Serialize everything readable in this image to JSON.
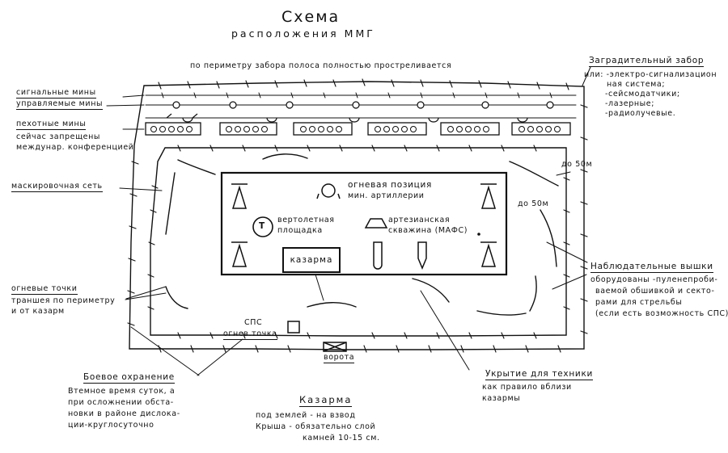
{
  "title": "Схема",
  "subtitle": "расположения ММГ",
  "perimeter_note": "по периметру забора полоса полностью простреливается",
  "left_labels": {
    "signal_mines": "сигнальные мины",
    "controlled_mines": "управляемые мины",
    "infantry_mines": "пехотные мины",
    "banned_note_1": "сейчас запрещены",
    "banned_note_2": "междунар. конференцией",
    "camo_net": "маскировочная сеть",
    "fire_points": "огневые точки",
    "trench_note_1": "траншея по периметру",
    "trench_note_2": "и от казарм"
  },
  "barrier": {
    "title": "Заградительный забор",
    "lines": [
      "или: -электро-сигнализацион",
      "ная система;",
      "-сейсмодатчики;",
      "-лазерные;",
      "-радиолучевые."
    ]
  },
  "distance_1": "до 50м",
  "distance_2": "до 50м",
  "inner": {
    "mortar_1": "огневая позиция",
    "mortar_2": "мин. артиллерии",
    "heli_1": "вертолетная",
    "heli_2": "площадка",
    "well_1": "артезианская",
    "well_2": "скважина (МАФС)",
    "barracks": "казарма",
    "heli_symbol": "Т"
  },
  "towers": {
    "title": "Наблюдательные вышки",
    "lines": [
      "оборудованы -пуленепроби-",
      "ваемой обшивкой и секто-",
      "рами для стрельбы",
      "(если есть возможность СПС)."
    ]
  },
  "sps_1": "СПС",
  "sps_2": "огнев.точка",
  "gate": "ворота",
  "guard": {
    "title": "Боевое охранение",
    "lines": [
      "Втемное время суток, а",
      "при осложнении обста-",
      "новки в районе дислока-",
      "ции-круглосуточно"
    ]
  },
  "cover": {
    "title": "Укрытие для техники",
    "lines": [
      "как правило вблизи",
      "казармы"
    ]
  },
  "kazarma_note": {
    "title": "Казарма",
    "lines": [
      "под землей - на взвод",
      "Крыша - обязательно слой",
      "камней 10-15 см."
    ]
  }
}
